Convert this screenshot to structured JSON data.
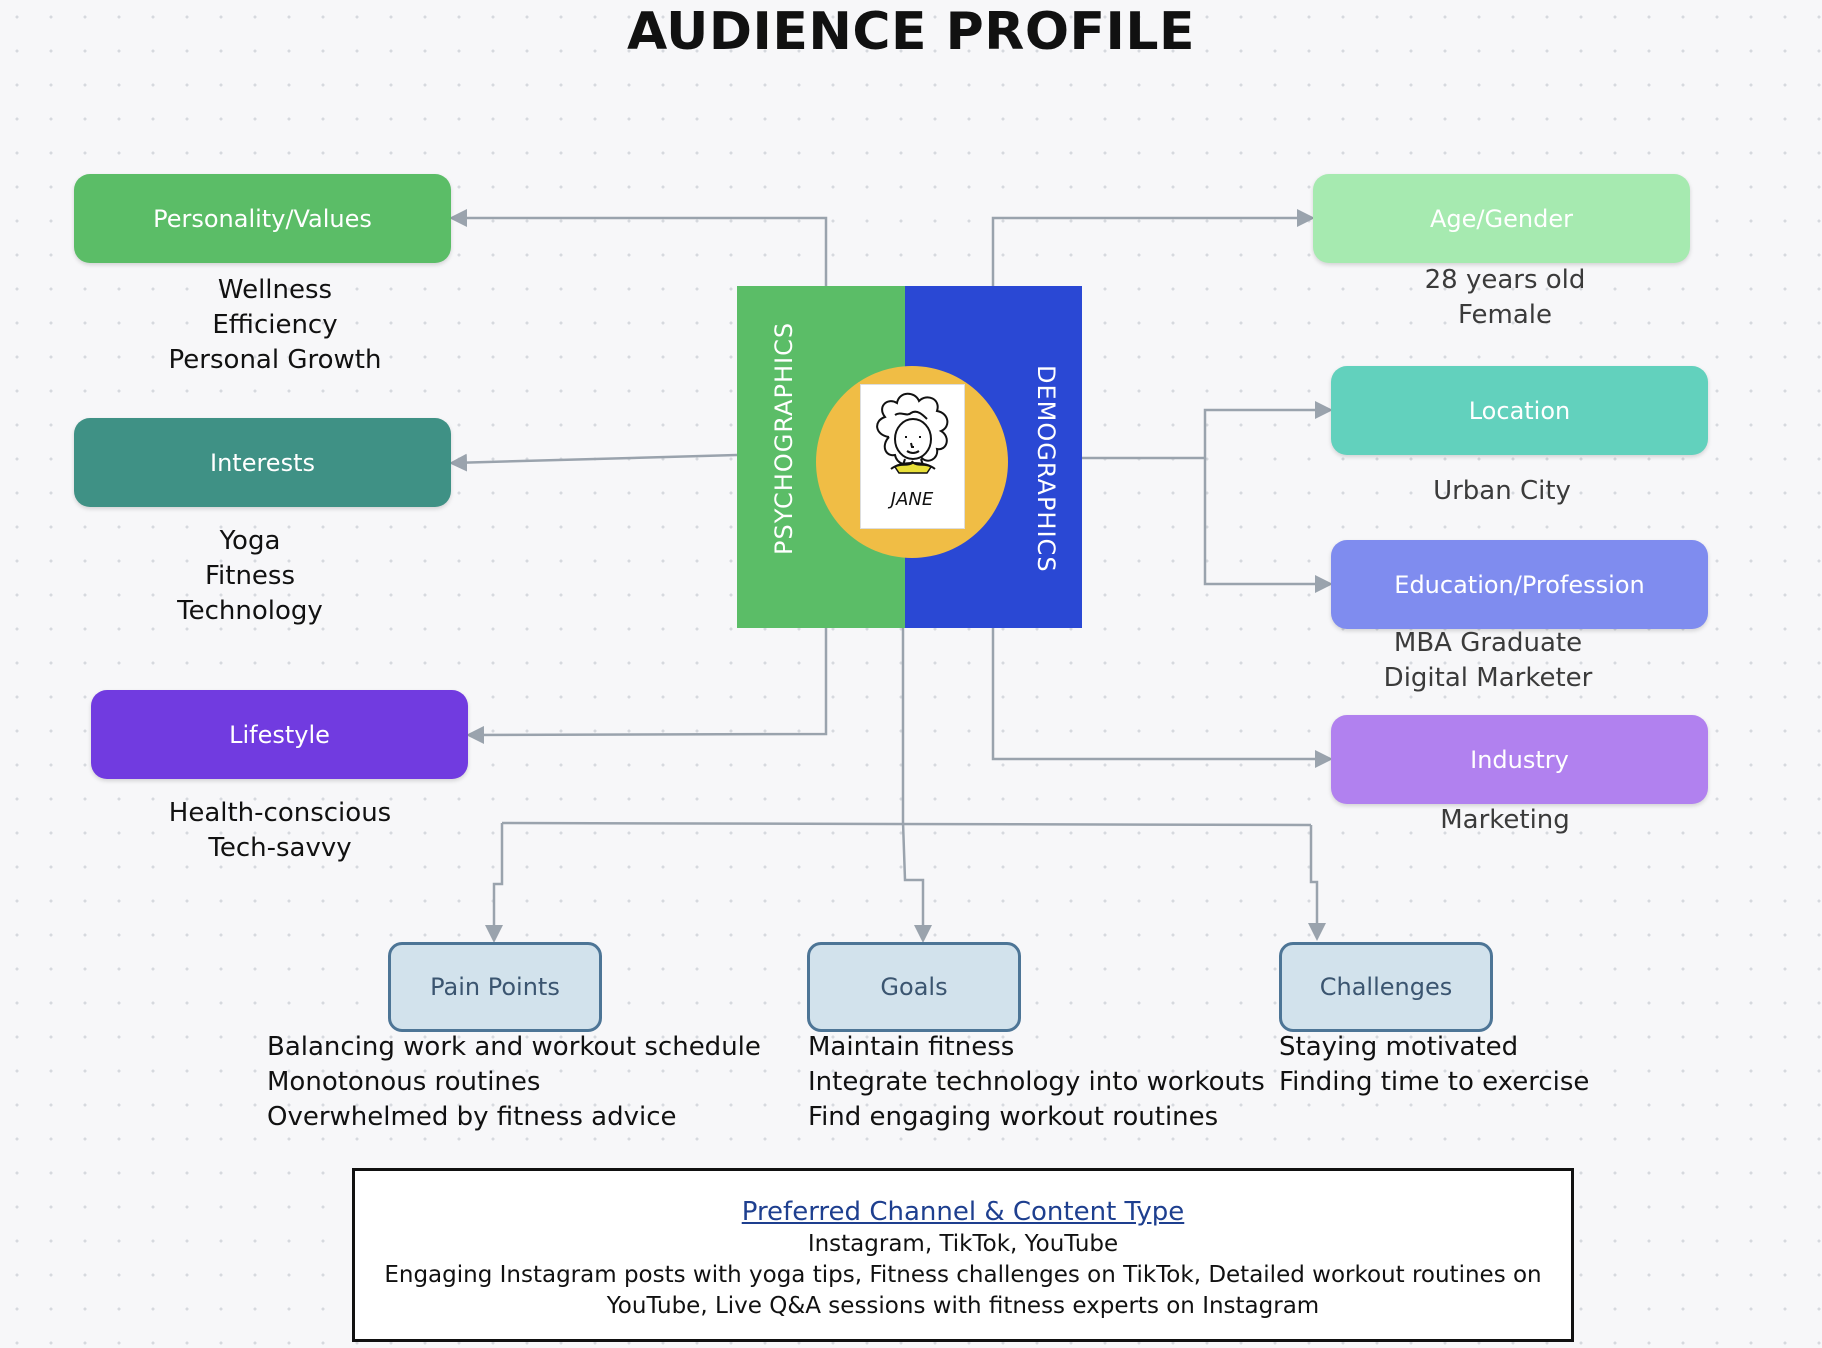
{
  "title": "AUDIENCE PROFILE",
  "center": {
    "left_label": "PSYCHOGRAPHICS",
    "right_label": "DEMOGRAPHICS",
    "avatar_name": "JANE"
  },
  "psychographics": [
    {
      "label": "Personality/Values",
      "color": "#5bbd67",
      "details": [
        "Wellness",
        "Efficiency",
        "Personal Growth"
      ]
    },
    {
      "label": "Interests",
      "color": "#3f9185",
      "details": [
        "Yoga",
        "Fitness",
        "Technology"
      ]
    },
    {
      "label": "Lifestyle",
      "color": "#713be0",
      "details": [
        "Health-conscious",
        "Tech-savvy"
      ]
    }
  ],
  "demographics": [
    {
      "label": "Age/Gender",
      "color": "#a6eab0",
      "details": [
        "28 years old",
        "Female"
      ]
    },
    {
      "label": "Location",
      "color": "#62d1bd",
      "details": [
        "Urban City"
      ]
    },
    {
      "label": "Education/Profession",
      "color": "#7f8cef",
      "details": [
        "MBA Graduate",
        "Digital Marketer"
      ]
    },
    {
      "label": "Industry",
      "color": "#b181ef",
      "details": [
        "Marketing"
      ]
    }
  ],
  "bottom": [
    {
      "label": "Pain Points",
      "details": [
        "Balancing work and workout schedule",
        "Monotonous routines",
        "Overwhelmed by fitness advice"
      ]
    },
    {
      "label": "Goals",
      "details": [
        "Maintain fitness",
        "Integrate technology into workouts",
        "Find engaging workout routines"
      ]
    },
    {
      "label": "Challenges",
      "details": [
        "Staying motivated",
        "Finding time to exercise"
      ]
    }
  ],
  "channel": {
    "title": "Preferred Channel & Content Type",
    "lines": [
      "Instagram, TikTok, YouTube",
      "Engaging Instagram posts with yoga tips, Fitness challenges on TikTok, Detailed workout routines on",
      "YouTube, Live Q&A sessions with fitness experts on Instagram"
    ]
  },
  "colors": {
    "connector": "#9aa3ad",
    "psychographics_panel": "#5bbd67",
    "demographics_panel": "#2a48d4",
    "avatar_circle": "#f0bd45"
  }
}
